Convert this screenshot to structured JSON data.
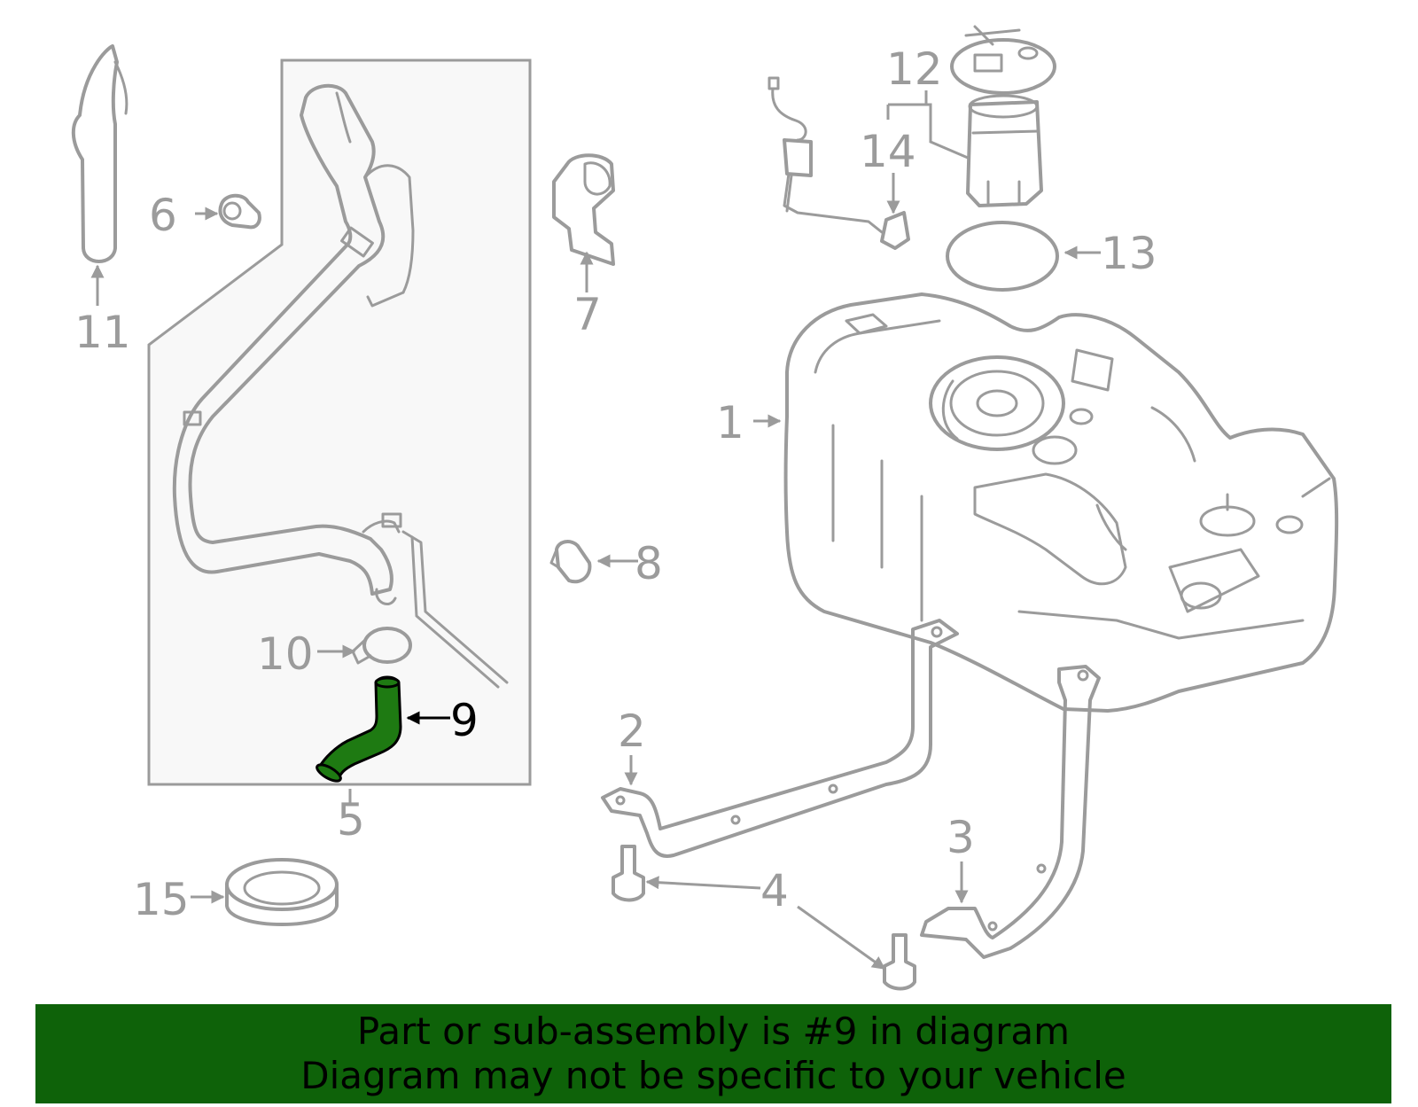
{
  "colors": {
    "part_stroke": "#9b9b9b",
    "highlight_fill": "#1e7a12",
    "banner_bg": "#0e6209",
    "text_dark": "#000000"
  },
  "callouts": {
    "c1": "1",
    "c2": "2",
    "c3": "3",
    "c4": "4",
    "c5": "5",
    "c6": "6",
    "c7": "7",
    "c8": "8",
    "c9": "9",
    "c10": "10",
    "c11": "11",
    "c12": "12",
    "c13": "13",
    "c14": "14",
    "c15": "15"
  },
  "banner": {
    "line1": "Part or sub-assembly is #9 in diagram",
    "line2": "Diagram may not be specific to your vehicle"
  }
}
